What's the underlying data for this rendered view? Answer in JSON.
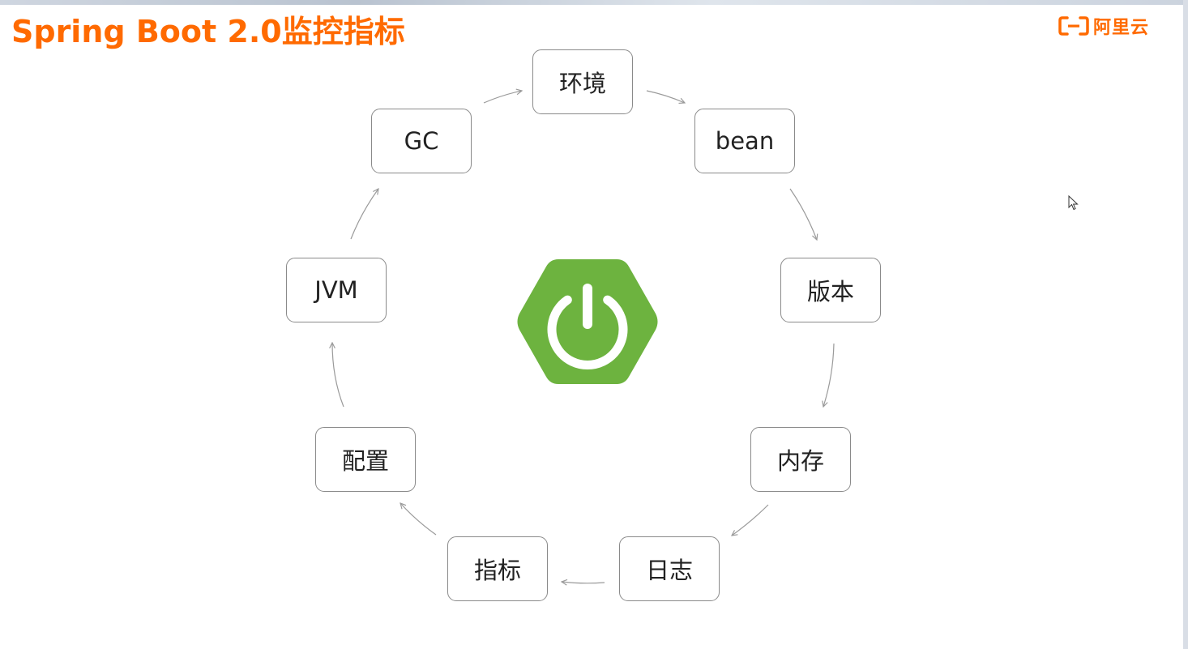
{
  "slide": {
    "title": "Spring Boot 2.0监控指标",
    "brand": {
      "text": "阿里云",
      "logo_icon": "aliyun-logo-icon"
    }
  },
  "colors": {
    "title": "#ff6a00",
    "brand": "#ff6a00",
    "spring_green": "#6db33f",
    "node_border": "#8a8a8a",
    "arrow": "#9a9a9a"
  },
  "diagram": {
    "center_icon": "spring-power-icon",
    "nodes": [
      {
        "id": "env",
        "label": "环境"
      },
      {
        "id": "bean",
        "label": "bean"
      },
      {
        "id": "version",
        "label": "版本"
      },
      {
        "id": "memory",
        "label": "内存"
      },
      {
        "id": "log",
        "label": "日志"
      },
      {
        "id": "metrics",
        "label": "指标"
      },
      {
        "id": "config",
        "label": "配置"
      },
      {
        "id": "jvm",
        "label": "JVM"
      },
      {
        "id": "gc",
        "label": "GC"
      }
    ],
    "edges": [
      [
        "env",
        "bean"
      ],
      [
        "bean",
        "version"
      ],
      [
        "version",
        "memory"
      ],
      [
        "memory",
        "log"
      ],
      [
        "log",
        "metrics"
      ],
      [
        "metrics",
        "config"
      ],
      [
        "config",
        "jvm"
      ],
      [
        "jvm",
        "gc"
      ],
      [
        "gc",
        "env"
      ]
    ]
  }
}
